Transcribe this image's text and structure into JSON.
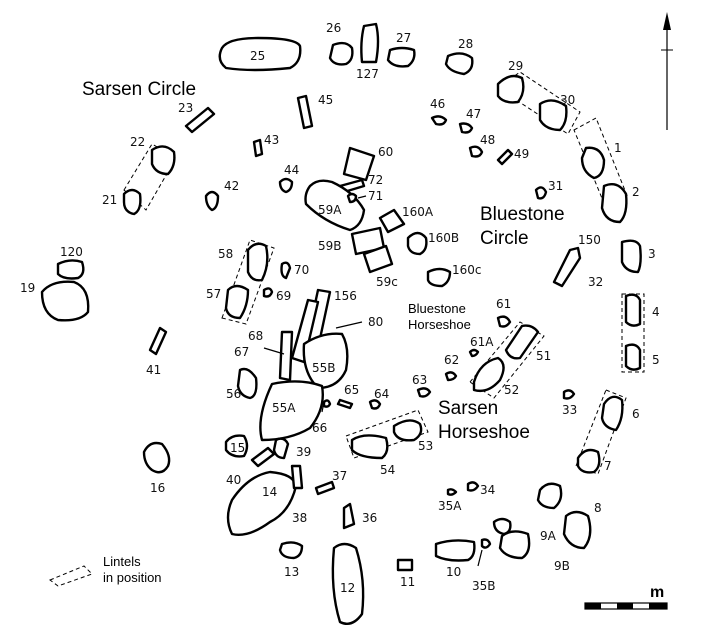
{
  "titles": {
    "sarsen_circle": "Sarsen Circle",
    "bluestone_circle_1": "Bluestone",
    "bluestone_circle_2": "Circle",
    "bluestone_horseshoe_1": "Bluestone",
    "bluestone_horseshoe_2": "Horseshoe",
    "sarsen_horseshoe_1": "Sarsen",
    "sarsen_horseshoe_2": "Horseshoe"
  },
  "legend": {
    "line1": "Lintels",
    "line2": "in position"
  },
  "scale": {
    "unit": "m"
  },
  "labels": {
    "s25": "25",
    "s26": "26",
    "s127": "127",
    "s27": "27",
    "s28": "28",
    "s29": "29",
    "s30": "30",
    "s1": "1",
    "s2": "2",
    "s3": "3",
    "s4": "4",
    "s5": "5",
    "s6": "6",
    "s7": "7",
    "s8": "8",
    "s9a": "9A",
    "s9b": "9B",
    "s10": "10",
    "s11": "11",
    "s12": "12",
    "s13": "13",
    "s14": "14",
    "s15": "15",
    "s16": "16",
    "s19": "19",
    "s120": "120",
    "s21": "21",
    "s22": "22",
    "s23": "23",
    "s31": "31",
    "s32": "32",
    "s33": "33",
    "s34": "34",
    "s35a": "35A",
    "s35b": "35B",
    "s36": "36",
    "s37": "37",
    "s38": "38",
    "s39": "39",
    "s40": "40",
    "s41": "41",
    "s42": "42",
    "s43": "43",
    "s44": "44",
    "s45": "45",
    "s46": "46",
    "s47": "47",
    "s48": "48",
    "s49": "49",
    "s51": "51",
    "s52": "52",
    "s53": "53",
    "s54": "54",
    "s55a": "55A",
    "s55b": "55B",
    "s56": "56",
    "s57": "57",
    "s58": "58",
    "s59a": "59A",
    "s59b": "59B",
    "s59c": "59c",
    "s60": "60",
    "s61": "61",
    "s61a": "61A",
    "s62": "62",
    "s63": "63",
    "s64": "64",
    "s65": "65",
    "s66": "66",
    "s67": "67",
    "s68": "68",
    "s69": "69",
    "s70": "70",
    "s71": "71",
    "s72": "72",
    "s80": "80",
    "s150": "150",
    "s156": "156",
    "s160a": "160A",
    "s160b": "160B",
    "s160c": "160c"
  }
}
